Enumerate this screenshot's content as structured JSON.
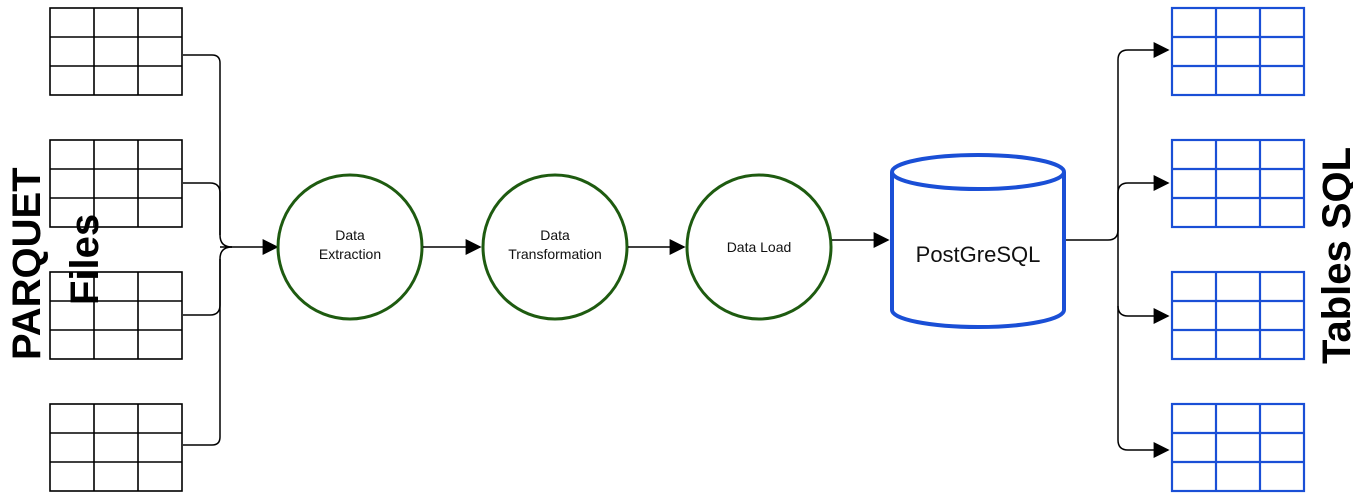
{
  "left_group": {
    "title_line1": "PARQUET",
    "title_line2": "Files",
    "file_count": 4,
    "rows": 3,
    "cols": 3
  },
  "right_group": {
    "title": "Tables SQL",
    "table_count": 4,
    "rows": 3,
    "cols": 3
  },
  "steps": [
    {
      "line1": "Data",
      "line2": "Extraction"
    },
    {
      "line1": "Data",
      "line2": "Transformation"
    },
    {
      "line1": "Data Load",
      "line2": ""
    }
  ],
  "database": {
    "label": "PostGreSQL"
  },
  "colors": {
    "step_stroke": "#1e5b10",
    "db_stroke": "#1a4fd6",
    "table_stroke": "#1a4fd6",
    "file_stroke": "#000000"
  }
}
